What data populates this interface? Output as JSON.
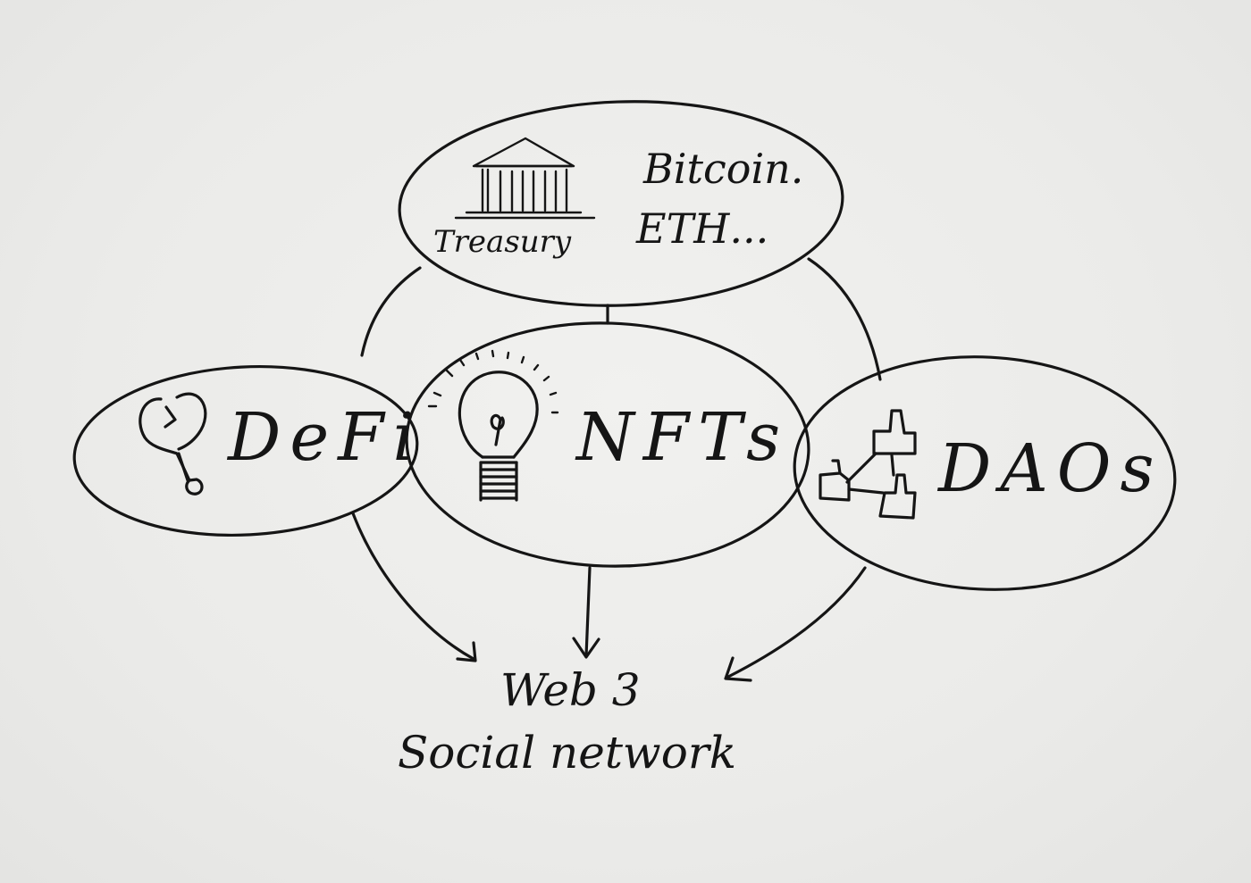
{
  "diagram": {
    "nodes": [
      {
        "id": "treasury",
        "icon": "bank-building-icon",
        "label": "Treasury",
        "side_text": [
          "Bitcoin.",
          "ETH..."
        ]
      },
      {
        "id": "defi",
        "icon": "wrench-icon",
        "label": "DeFi"
      },
      {
        "id": "nfts",
        "icon": "lightbulb-icon",
        "label": "NFTs"
      },
      {
        "id": "daos",
        "icon": "connected-thumbs-up-icon",
        "label": "DAOs"
      }
    ],
    "edges": [
      {
        "from": "treasury",
        "to": "defi",
        "arrow": false
      },
      {
        "from": "treasury",
        "to": "nfts",
        "arrow": false
      },
      {
        "from": "treasury",
        "to": "daos",
        "arrow": false
      },
      {
        "from": "defi",
        "to": "web3",
        "arrow": true
      },
      {
        "from": "nfts",
        "to": "web3",
        "arrow": true
      },
      {
        "from": "daos",
        "to": "web3",
        "arrow": true
      }
    ],
    "target": {
      "id": "web3",
      "lines": [
        "Web 3",
        "Social network"
      ]
    }
  }
}
